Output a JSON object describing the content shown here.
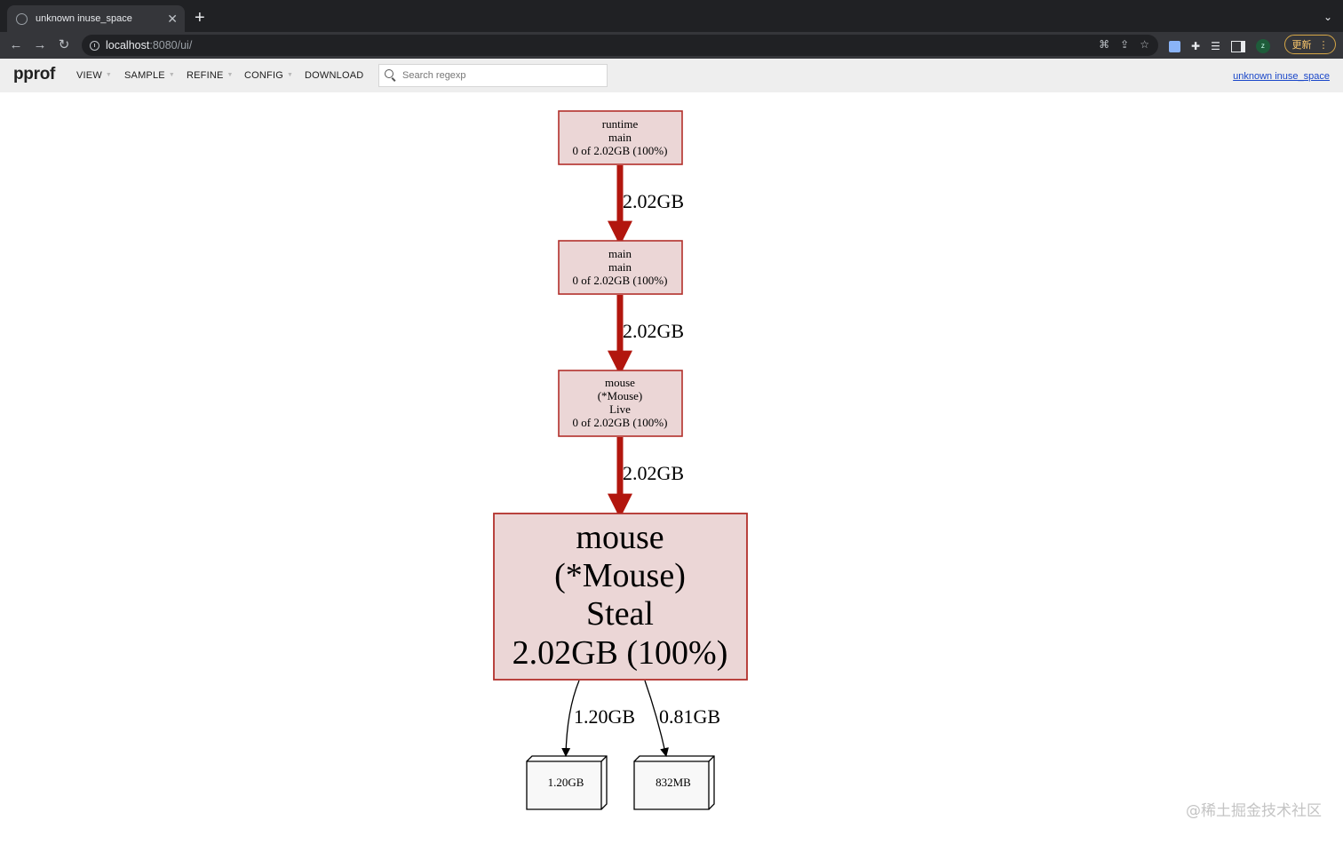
{
  "browser": {
    "tab_title": "unknown inuse_space",
    "url_host": "localhost",
    "url_rest": ":8080/ui/",
    "update_label": "更新",
    "profile_initial": "z"
  },
  "header": {
    "logo": "pprof",
    "menu": {
      "view": "VIEW",
      "sample": "SAMPLE",
      "refine": "REFINE",
      "config": "CONFIG",
      "download": "DOWNLOAD"
    },
    "search_placeholder": "Search regexp",
    "profile_link": "unknown inuse_space"
  },
  "graph": {
    "nodes": {
      "runtime_main": [
        "runtime",
        "main",
        "0 of 2.02GB (100%)"
      ],
      "main_main": [
        "main",
        "main",
        "0 of 2.02GB (100%)"
      ],
      "mouse_live": [
        "mouse",
        "(*Mouse)",
        "Live",
        "0 of 2.02GB (100%)"
      ],
      "mouse_steal": [
        "mouse",
        "(*Mouse)",
        "Steal",
        "2.02GB (100%)"
      ],
      "leaf_1": "1.20GB",
      "leaf_2": "832MB"
    },
    "edges": {
      "runtime_to_main": "2.02GB",
      "main_to_live": "2.02GB",
      "live_to_steal": "2.02GB",
      "steal_to_leaf1": "1.20GB",
      "steal_to_leaf2": "0.81GB"
    },
    "colors": {
      "hot_node_fill": "#ebd6d6",
      "hot_node_stroke": "#b2302b",
      "hot_edge": "#b2160e",
      "leaf_fill": "#f8f8f8"
    }
  },
  "watermark": "@稀土掘金技术社区"
}
